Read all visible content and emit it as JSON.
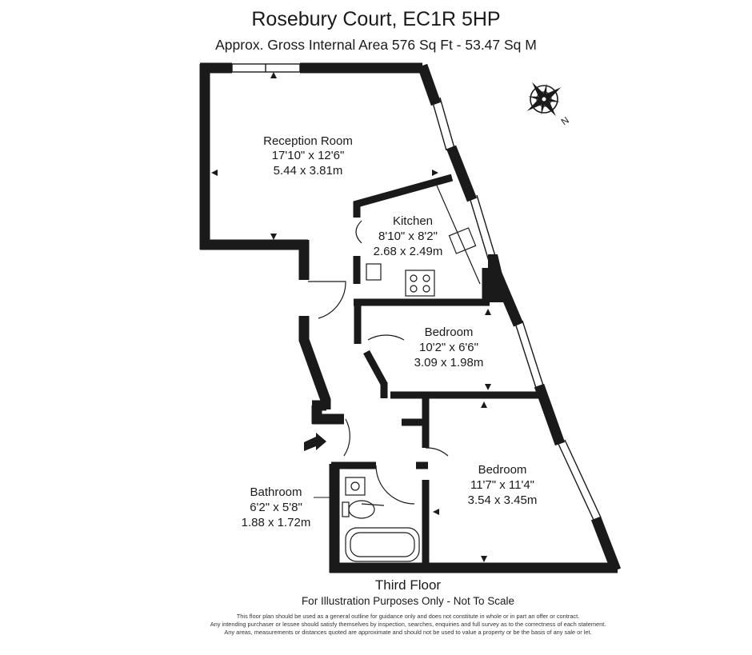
{
  "header": {
    "title": "Rosebury Court, EC1R 5HP",
    "subtitle": "Approx. Gross Internal Area  576  Sq Ft  -  53.47 Sq M"
  },
  "compass": {
    "icon": "compass-rose-icon",
    "label": "N"
  },
  "rooms": {
    "reception": {
      "name": "Reception Room",
      "imperial": "17'10\" x 12'6\"",
      "metric": "5.44 x 3.81m"
    },
    "kitchen": {
      "name": "Kitchen",
      "imperial": "8'10\" x 8'2\"",
      "metric": "2.68 x 2.49m"
    },
    "bedroom1": {
      "name": "Bedroom",
      "imperial": "10'2\" x 6'6\"",
      "metric": "3.09 x 1.98m"
    },
    "bedroom2": {
      "name": "Bedroom",
      "imperial": "11'7\" x 11'4\"",
      "metric": "3.54 x 3.45m"
    },
    "bathroom": {
      "name": "Bathroom",
      "imperial": "6'2\" x 5'8\"",
      "metric": "1.88 x 1.72m"
    }
  },
  "footer": {
    "floor": "Third Floor",
    "note": "For Illustration Purposes Only - Not To Scale",
    "disclaimer": [
      "This floor plan should be used as a general outline for guidance only and does not constitute in whole or in part an offer or contract.",
      "Any intending purchaser or lessee should satisfy themselves by inspection, searches, enquiries and full survey as to the correctness of each statement.",
      "Any areas, measurements or distances quoted are approximate and should not be used to value a property or be the basis of any sale or let."
    ]
  },
  "colors": {
    "wall": "#1a1a1a",
    "background": "#ffffff"
  }
}
